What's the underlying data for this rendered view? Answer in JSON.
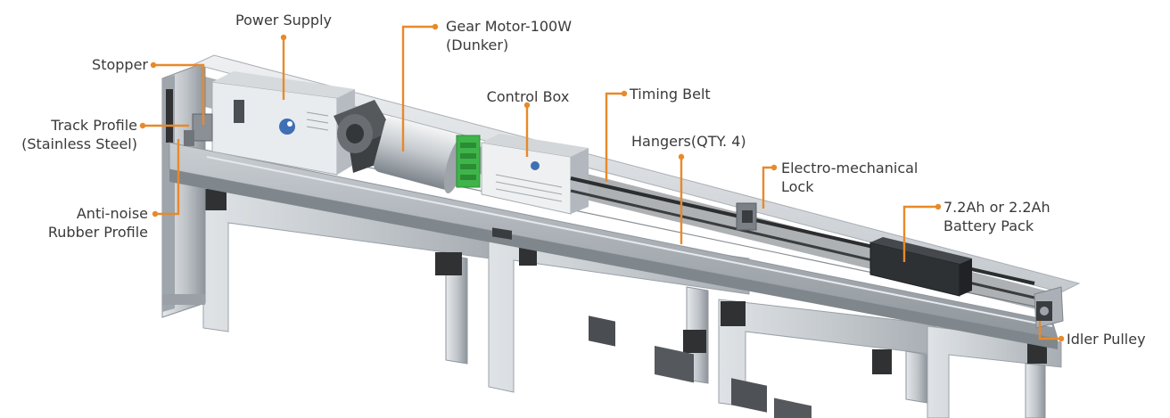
{
  "colors": {
    "leader": "#e8892a",
    "text": "#3a3a3a",
    "aluminium_light": "#d7dbdf",
    "aluminium_mid": "#b6bcc2",
    "aluminium_dark": "#8d949b",
    "rubber": "#2b2b2b"
  },
  "callouts": {
    "power_supply": "Power Supply",
    "gear_motor": {
      "line1": "Gear Motor-100W",
      "line2": "(Dunker)"
    },
    "stopper": "Stopper",
    "control_box": "Control Box",
    "timing_belt": "Timing Belt",
    "track_profile": {
      "line1": "Track  Profile",
      "line2": "(Stainless Steel)"
    },
    "hangers": "Hangers(QTY. 4)",
    "electro_lock": {
      "line1": "Electro-mechanical",
      "line2": "Lock"
    },
    "anti_noise": {
      "line1": "Anti-noise",
      "line2": "Rubber Profile"
    },
    "battery": {
      "line1": "7.2Ah or 2.2Ah",
      "line2": "Battery Pack"
    },
    "idler_pulley": "Idler Pulley"
  }
}
